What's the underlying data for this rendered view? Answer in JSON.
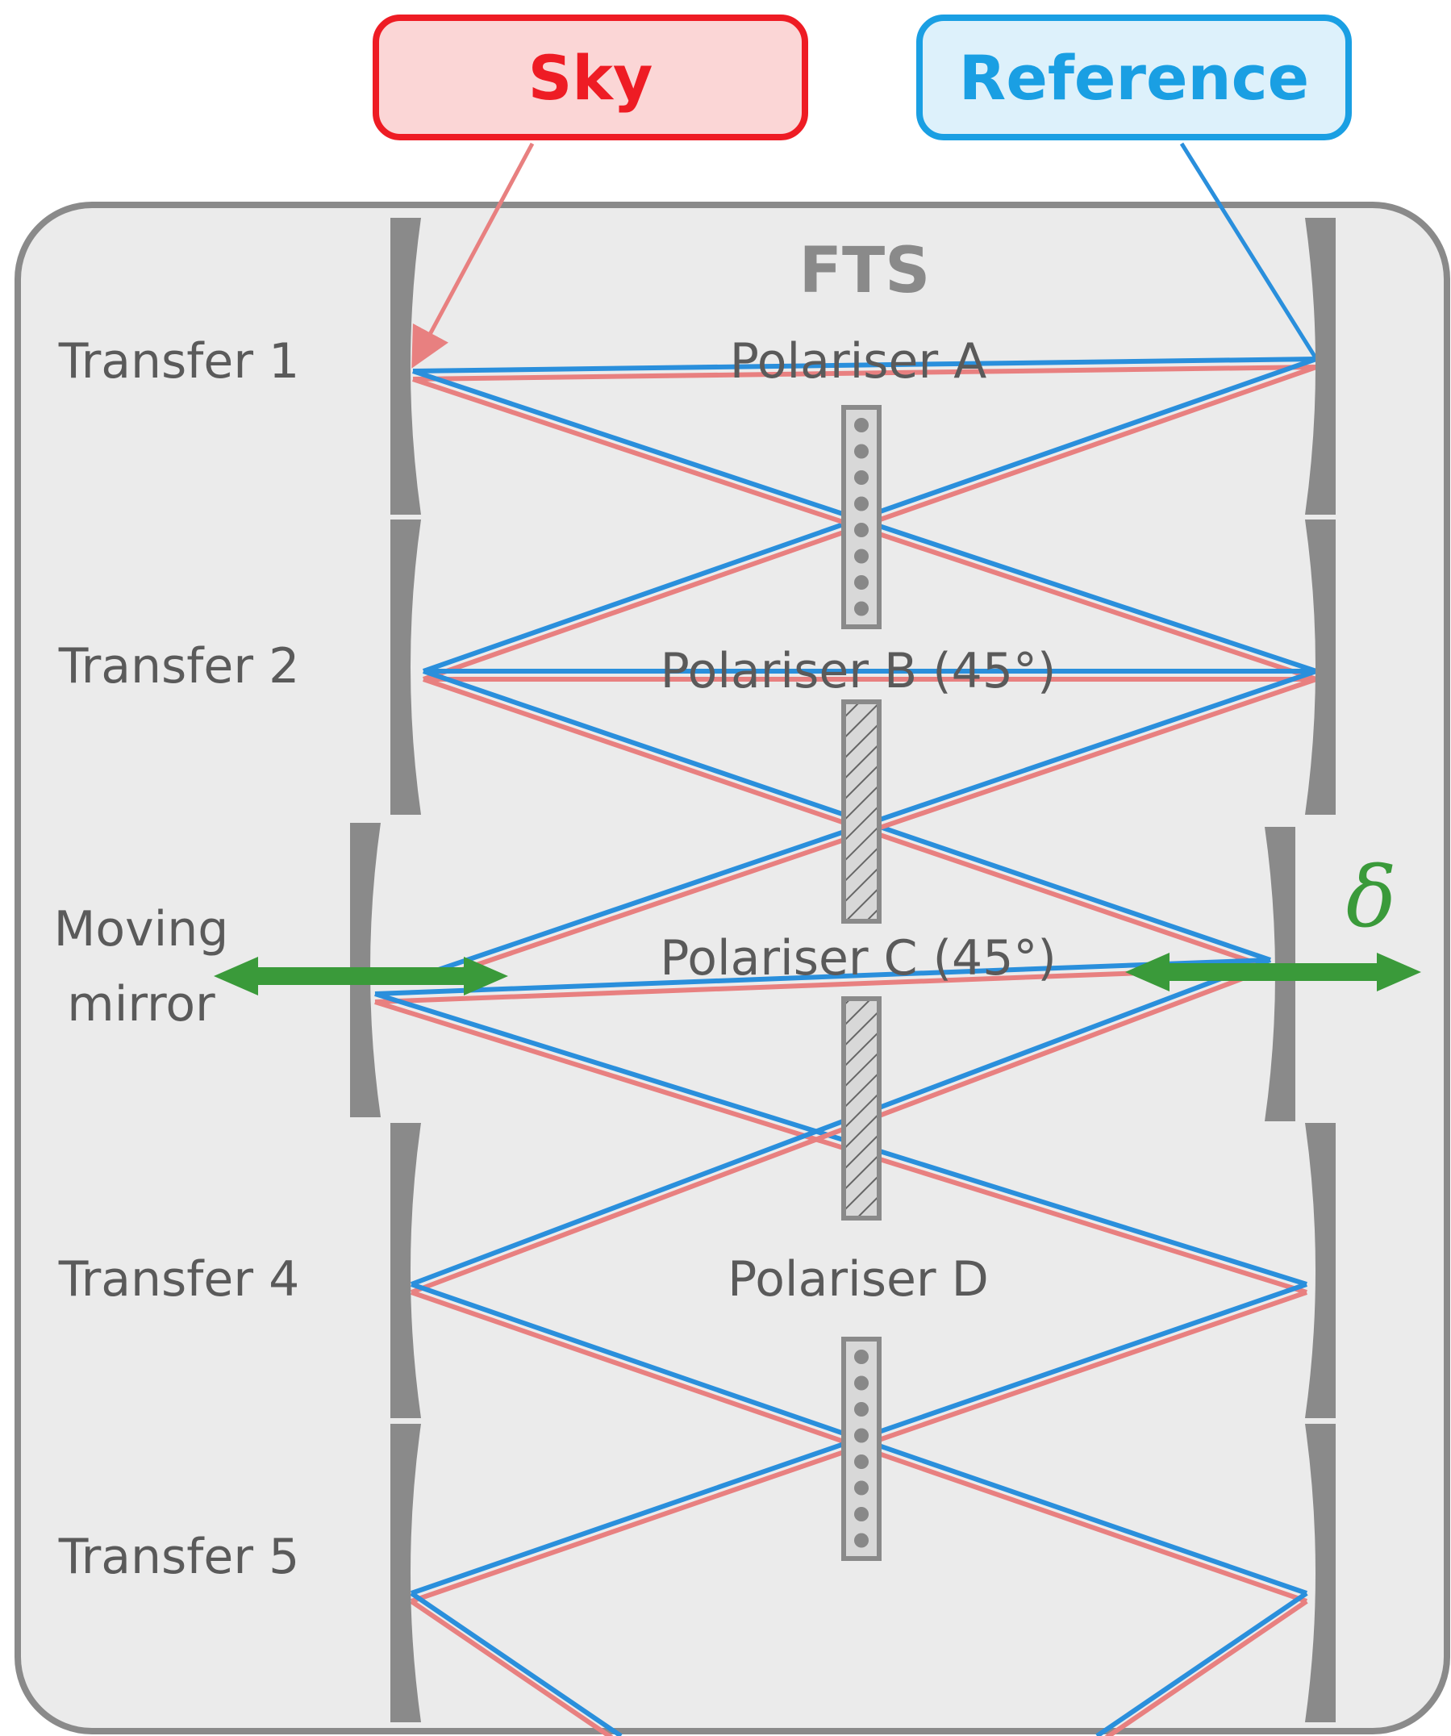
{
  "inputs": {
    "sky": {
      "label": "Sky",
      "color": "#ee1c24",
      "fill": "#fbd6d6",
      "beam_color": "#e88080"
    },
    "reference": {
      "label": "Reference",
      "color": "#1a9fe3",
      "fill": "#ddf1fb",
      "beam_color": "#2a8fdc"
    }
  },
  "fts": {
    "title": "FTS",
    "mirrors_left": [
      {
        "label": "Transfer 1"
      },
      {
        "label": "Transfer 2"
      },
      {
        "label": "Moving mirror"
      },
      {
        "label": "Transfer 4"
      },
      {
        "label": "Transfer 5"
      }
    ],
    "polarisers": [
      {
        "label": "Polariser A",
        "pattern": "dots"
      },
      {
        "label": "Polariser B (45°)",
        "pattern": "hatch"
      },
      {
        "label": "Polariser C (45°)",
        "pattern": "hatch"
      },
      {
        "label": "Polariser D",
        "pattern": "dots"
      }
    ],
    "moving_label_line1": "Moving",
    "moving_label_line2": "mirror",
    "path_difference_symbol": "δ",
    "arrow_color": "#3a9a3a",
    "mirror_color": "#8a8a8a"
  }
}
